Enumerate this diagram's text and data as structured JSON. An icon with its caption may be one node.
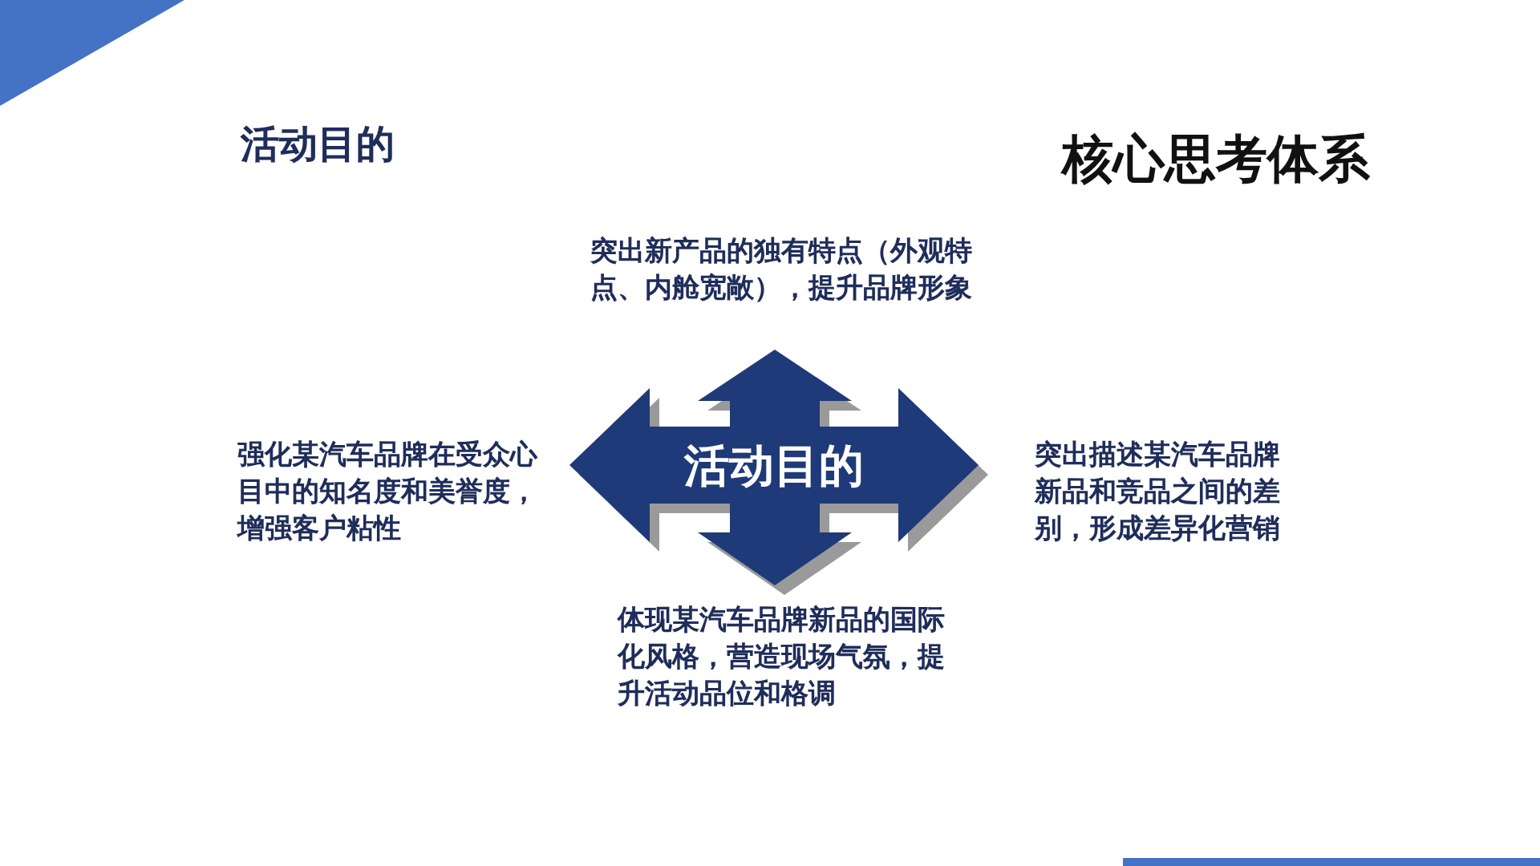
{
  "diagram": {
    "nodes": [
      {
        "text": [
          "活动目的"
        ]
      }
    ],
    "labels": [
      "活动目的",
      "核心思考体系",
      "突出新产品的独有特点（外观特点、内舱宽敞），提升品牌形象",
      "强化某汽车品牌在受众心目中的知名度和美誉度，增强客户粘性",
      "突出描述某汽车品牌新品和竞品之间的差别，形成差异化营销",
      "体现某汽车品牌新品的国际化风格，营造现场气氛，提升活动品位和格调"
    ]
  }
}
